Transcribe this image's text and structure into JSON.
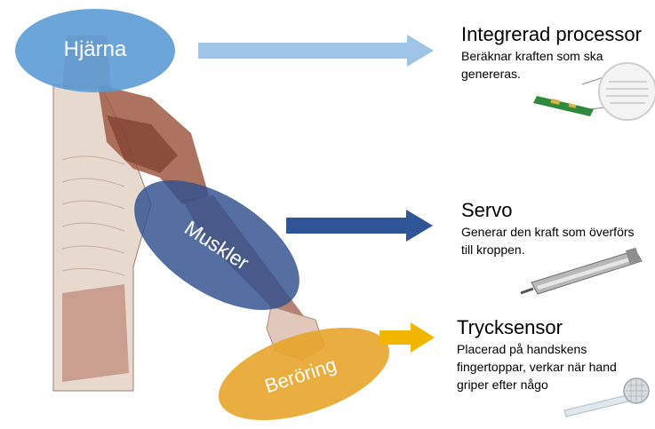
{
  "brain": {
    "label": "Hjärna"
  },
  "muscles": {
    "label": "Muskler"
  },
  "touch": {
    "label": "Beröring"
  },
  "processor": {
    "title": "Integrerad processor",
    "description_lines": [
      "Beräknar kraften som ska",
      "genereras."
    ]
  },
  "servo": {
    "title": "Servo",
    "description_lines": [
      "Generar den kraft som överförs",
      "till kroppen."
    ]
  },
  "pressure_sensor": {
    "title": "Trycksensor",
    "description_lines": [
      "Placerad på handskens",
      "fingertoppar, verkar när hand",
      "griper efter någo"
    ]
  },
  "colors": {
    "brain": "#5b9bd5",
    "brain_arrow": "#9dc3e6",
    "muscles": "#2f4f8f",
    "muscles_arrow": "#2f5597",
    "touch": "#e7a52a",
    "touch_arrow": "#f2b600"
  },
  "icons": [
    "anatomy-arm-illustration",
    "circuit-board-image",
    "servo-actuator-image",
    "pressure-sensor-image"
  ]
}
